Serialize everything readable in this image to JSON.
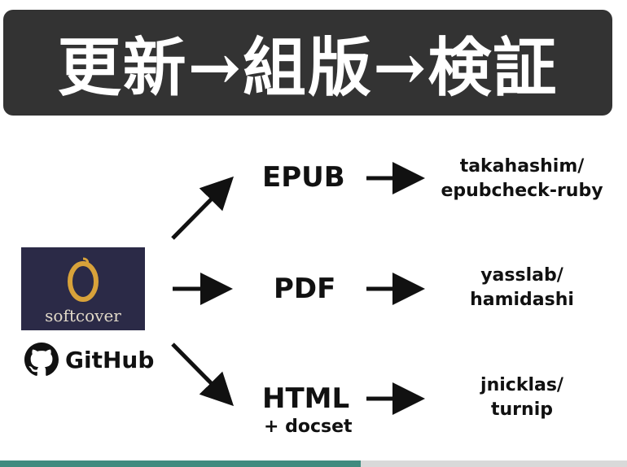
{
  "title": "更新→組版→検証",
  "sources": {
    "softcover": {
      "wordmark": "softcover",
      "icon": "softcover-o-icon"
    },
    "github": {
      "label": "GitHub",
      "icon": "github-octocat-icon"
    }
  },
  "formats": [
    {
      "name": "EPUB",
      "note": "",
      "tool_lines": [
        "takahashim/",
        "epubcheck-ruby"
      ]
    },
    {
      "name": "PDF",
      "note": "",
      "tool_lines": [
        "yasslab/",
        "hamidashi"
      ]
    },
    {
      "name": "HTML",
      "note": "+ docset",
      "tool_lines": [
        "jnicklas/",
        "turnip"
      ]
    }
  ],
  "progress": {
    "fraction": 0.575
  },
  "colors": {
    "title_bg": "#333333",
    "logo_bg": "#2b2a47",
    "logo_accent": "#d8a23a",
    "progress_fill": "#3f8b7f",
    "progress_track": "#d9d9d9"
  }
}
